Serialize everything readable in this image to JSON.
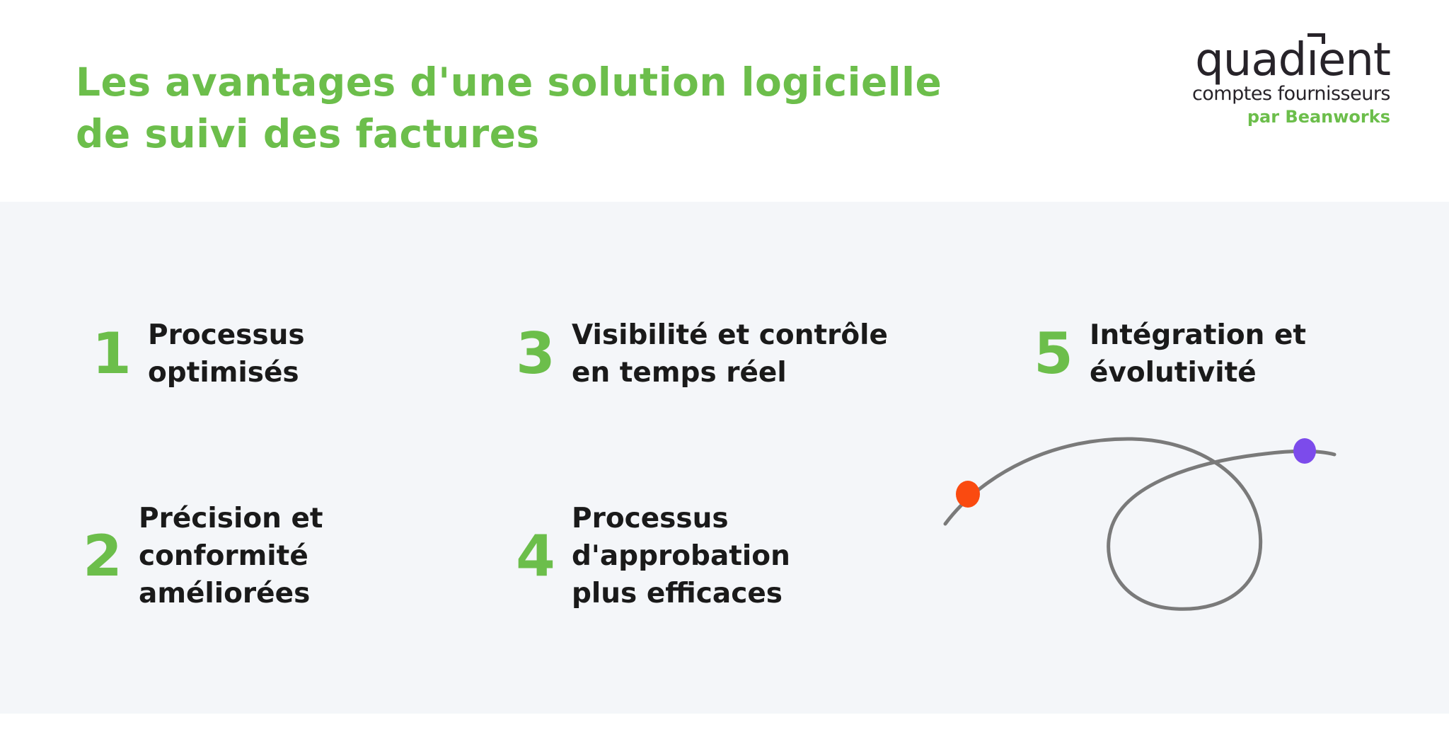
{
  "header": {
    "title_lines": [
      "Les avantages d'une solution logicielle",
      "de suivi des factures"
    ]
  },
  "logo": {
    "brand": "quadient",
    "brand_prefix": "quad",
    "brand_i": "ı",
    "brand_suffix": "ent",
    "subtitle": "comptes fournisseurs",
    "byline": "par Beanworks"
  },
  "items": [
    {
      "number": "1",
      "lines": [
        "Processus",
        "optimisés"
      ]
    },
    {
      "number": "2",
      "lines": [
        "Précision et",
        "conformité",
        "améliorées"
      ]
    },
    {
      "number": "3",
      "lines": [
        "Visibilité et contrôle",
        "en temps réel"
      ]
    },
    {
      "number": "4",
      "lines": [
        "Processus",
        "d'approbation",
        "plus efficaces"
      ]
    },
    {
      "number": "5",
      "lines": [
        "Intégration et",
        "évolutivité"
      ]
    }
  ],
  "colors": {
    "accent_green": "#6CBE4B",
    "text_dark": "#1A1A1A",
    "band_background": "#F4F6F9",
    "curve_gray": "#7A7A7A",
    "dot_start_orange": "#FA4A10",
    "dot_end_purple": "#7C4BEB"
  }
}
